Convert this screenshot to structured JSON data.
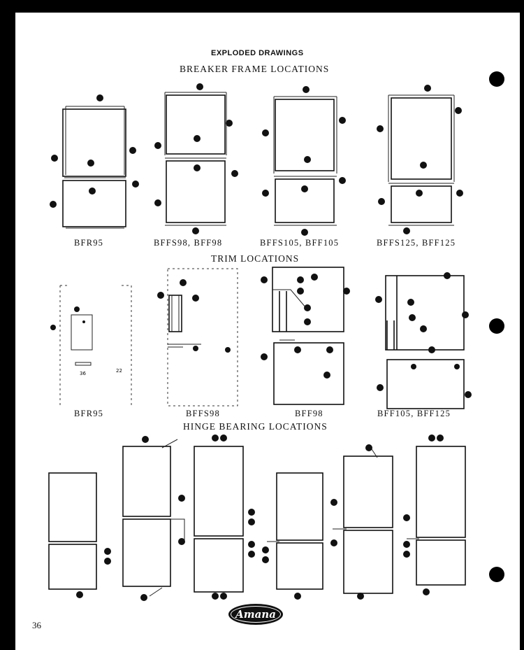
{
  "header": {
    "section": "EXPLODED DRAWINGS",
    "breaker_title": "BREAKER FRAME LOCATIONS",
    "trim_title": "TRIM LOCATIONS",
    "hinge_title": "HINGE BEARING LOCATIONS"
  },
  "breaker_captions": [
    "BFR95",
    "BFFS98, BFF98",
    "BFFS105, BFF105",
    "BFFS125, BFF125"
  ],
  "trim_captions": [
    "BFR95",
    "BFFS98",
    "BFF98",
    "BFF105, BFF125"
  ],
  "page_number": "36",
  "brand": "Amana"
}
